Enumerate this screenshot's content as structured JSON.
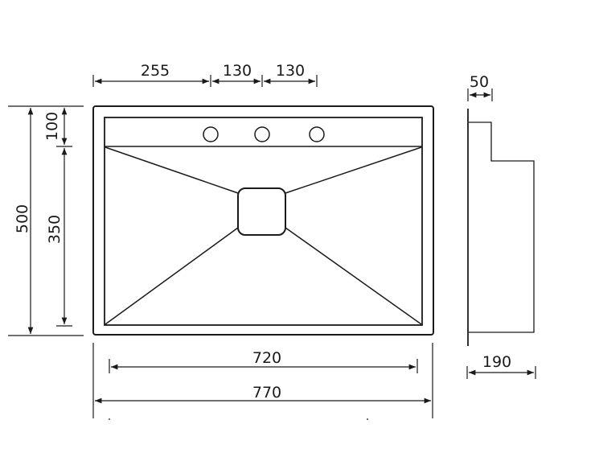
{
  "drawing": {
    "top_dimensions": {
      "left_offset": "255",
      "hole_spacing_1": "130",
      "hole_spacing_2": "130"
    },
    "left_dimensions": {
      "overall_depth": "500",
      "deck_depth": "100",
      "bowl_depth": "350"
    },
    "bottom_dimensions": {
      "bowl_width": "720",
      "overall_width": "770"
    },
    "side_view": {
      "flange_width": "50",
      "bowl_height": "190"
    }
  }
}
